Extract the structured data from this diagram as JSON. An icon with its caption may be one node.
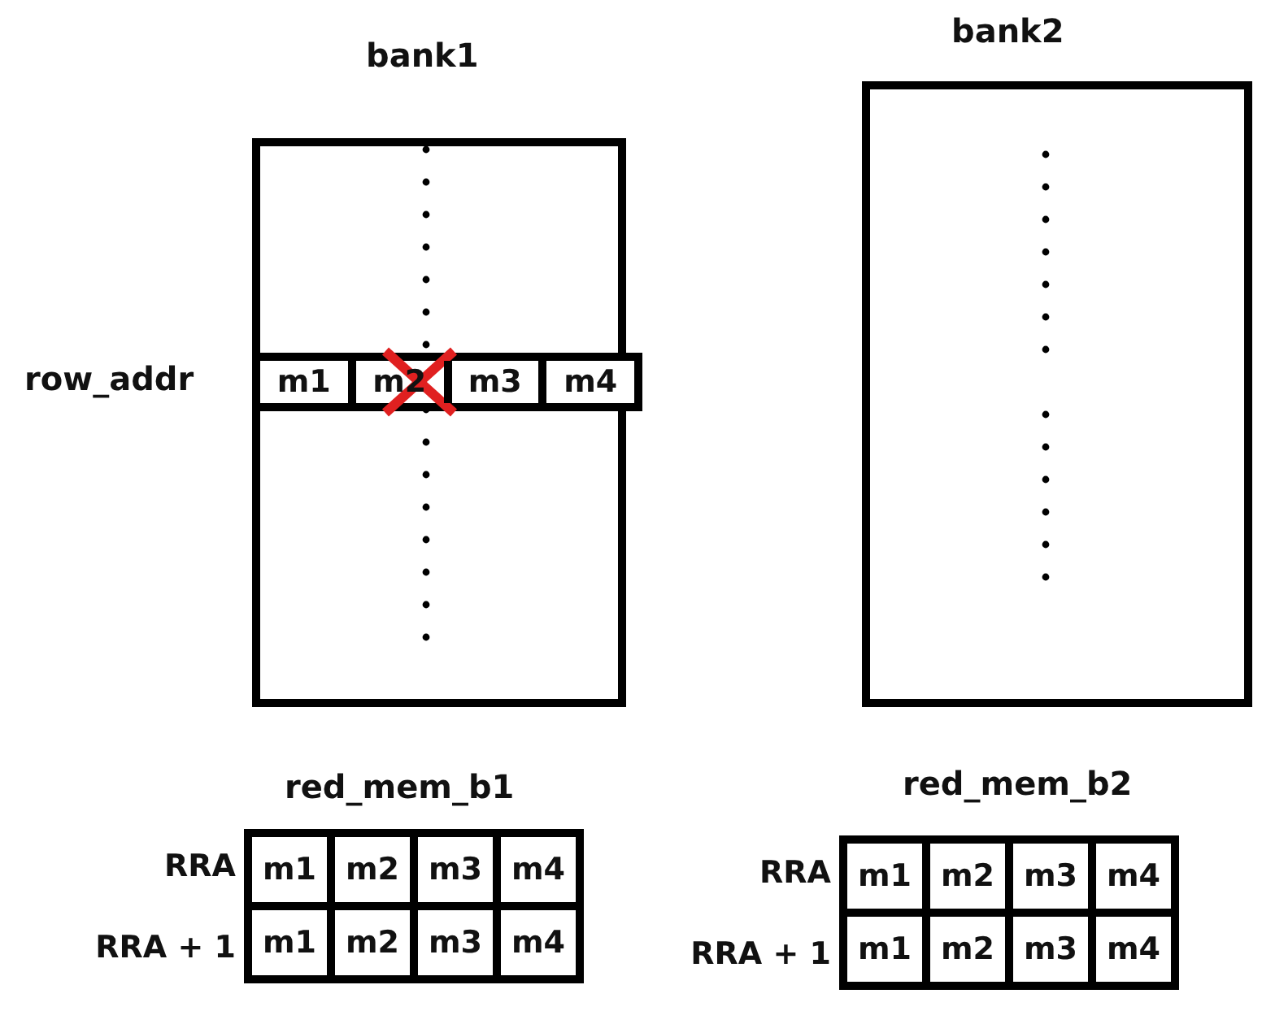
{
  "diagram": {
    "nodes": [
      {
        "text": [
          "bank1"
        ]
      },
      {
        "text": [
          "row_addr"
        ],
        "in": 0
      },
      {
        "text": [
          "m1"
        ],
        "in": 1
      },
      {
        "text": [
          "m2"
        ],
        "in": 1
      },
      {
        "text": [
          "m3"
        ],
        "in": 1
      },
      {
        "text": [
          "m4"
        ],
        "in": 1
      },
      {
        "text": [
          "bank2"
        ]
      }
    ],
    "edges": [],
    "labels": [
      "red_mem_b1",
      "RRA",
      "m1",
      "m2",
      "m3",
      "m4",
      "RRA + 1",
      "m1",
      "m2",
      "m3",
      "m4",
      "red_mem_b2",
      "RRA",
      "m1",
      "m2",
      "m3",
      "m4",
      "RRA + 1",
      "m1",
      "m2",
      "m3",
      "m4"
    ]
  }
}
